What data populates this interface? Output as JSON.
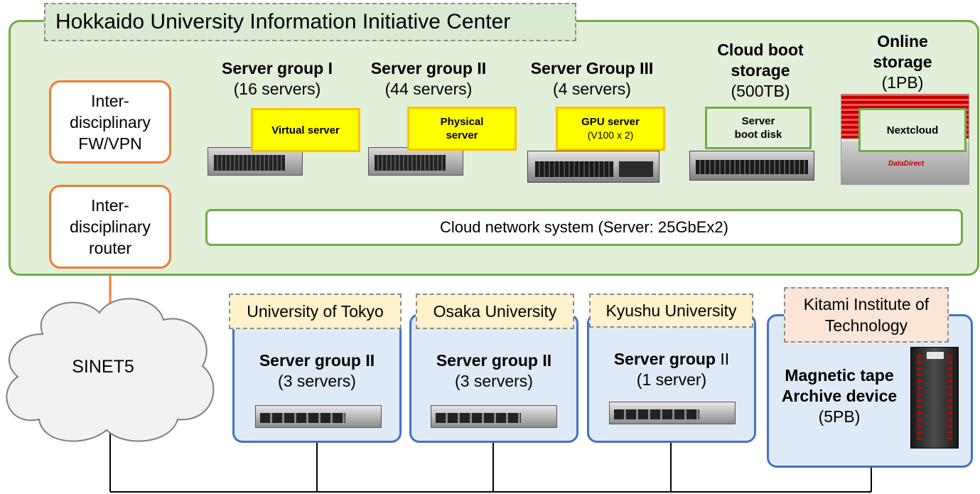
{
  "main": {
    "title": "Hokkaido University Information Initiative Center"
  },
  "left": {
    "fw_vpn": [
      "Inter-",
      "disciplinary",
      "FW/VPN"
    ],
    "router": [
      "Inter-",
      "disciplinary",
      "router"
    ],
    "cloud_label": "SINET5"
  },
  "groups": [
    {
      "title": "Server group I",
      "count": "(16 servers)",
      "box": [
        "Virtual server"
      ]
    },
    {
      "title": "Server group II",
      "count": "(44 servers)",
      "box": [
        "Physical",
        "server"
      ]
    },
    {
      "title": "Server Group III",
      "count": "(4 servers)",
      "box": [
        "GPU server",
        "(V100 x 2)"
      ]
    }
  ],
  "storage": {
    "cloud_boot": {
      "title": [
        "Cloud boot",
        "storage"
      ],
      "size": "(500TB)",
      "box": [
        "Server",
        "boot disk"
      ]
    },
    "online": {
      "title": [
        "Online",
        "storage"
      ],
      "size": "(1PB)",
      "box": [
        "Nextcloud"
      ],
      "brand": "DataDirect"
    }
  },
  "network": "Cloud network system (Server: 25GbEx2)",
  "remote_sites": [
    {
      "label": "University of Tokyo",
      "title": "Server group II",
      "count": "(3 servers)"
    },
    {
      "label": "Osaka University",
      "title": "Server group II",
      "count": "(3 servers)"
    },
    {
      "label": "Kyushu University",
      "title": "Server group",
      "title_suffix": "II",
      "count": "(1 server)"
    }
  ],
  "kitami": {
    "label": [
      "Kitami Institute of",
      "Technology"
    ],
    "title": [
      "Magnetic tape",
      "Archive device"
    ],
    "size": "(5PB)"
  }
}
